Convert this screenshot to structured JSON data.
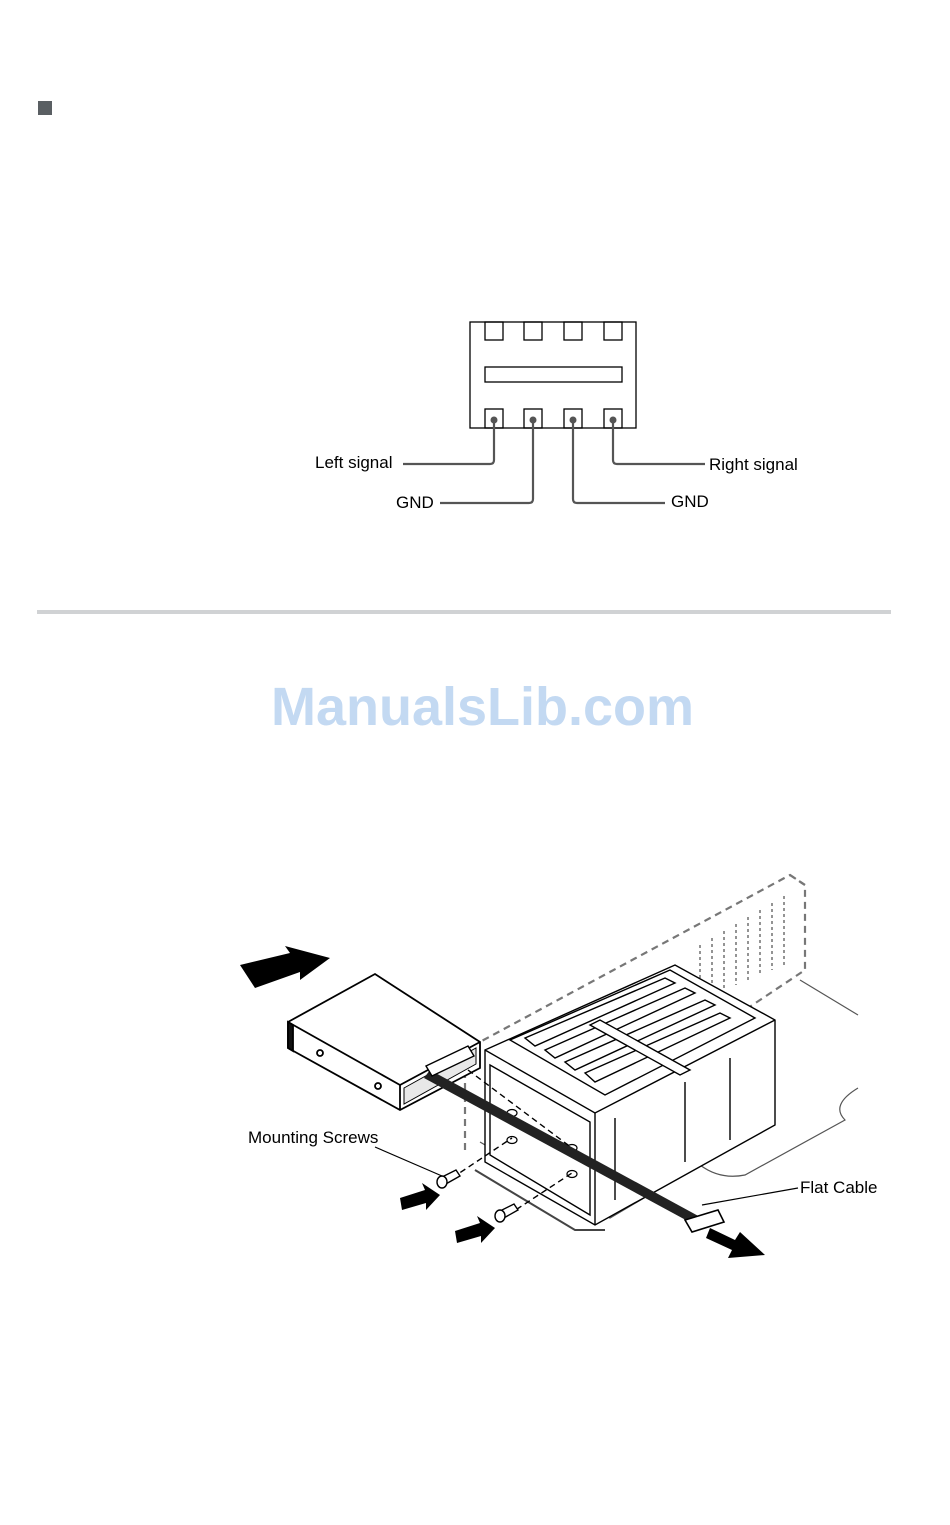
{
  "connector": {
    "labels": {
      "left_signal": "Left signal",
      "right_signal": "Right signal",
      "gnd_left": "GND",
      "gnd_right": "GND"
    }
  },
  "watermark": {
    "text": "ManualsLib.com"
  },
  "installation_figure": {
    "labels": {
      "mounting_screws": "Mounting Screws",
      "flat_cable": "Flat Cable"
    }
  }
}
